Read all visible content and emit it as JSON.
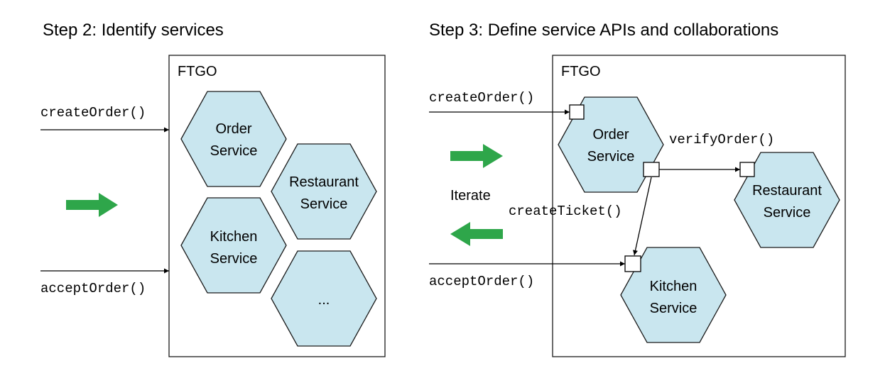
{
  "step2": {
    "title": "Step 2: Identify services",
    "frame_label": "FTGO",
    "services": [
      {
        "line1": "Order",
        "line2": "Service"
      },
      {
        "line1": "Restaurant",
        "line2": "Service"
      },
      {
        "line1": "Kitchen",
        "line2": "Service"
      },
      {
        "line1": "...",
        "line2": ""
      }
    ],
    "inputs": [
      "createOrder()",
      "acceptOrder()"
    ]
  },
  "step3": {
    "title": "Step 3: Define service APIs and collaborations",
    "frame_label": "FTGO",
    "services": [
      {
        "line1": "Order",
        "line2": "Service"
      },
      {
        "line1": "Restaurant",
        "line2": "Service"
      },
      {
        "line1": "Kitchen",
        "line2": "Service"
      }
    ],
    "inputs": [
      "createOrder()",
      "acceptOrder()"
    ],
    "calls": [
      "verifyOrder()",
      "createTicket()"
    ],
    "iterate_label": "Iterate"
  },
  "colors": {
    "service_fill": "#c9e6ef",
    "arrow_green": "#2ea64a"
  }
}
